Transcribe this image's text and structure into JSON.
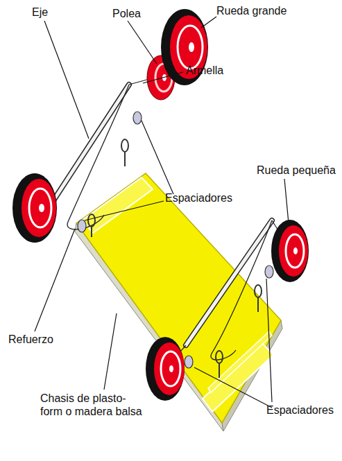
{
  "diagram": {
    "labels": [
      "Eje",
      "Polea",
      "Rueda grande",
      "Armella",
      "Espaciadores",
      "Rueda pequeña",
      "Refuerzo",
      "Chasis de plasto- form o madera balsa",
      "Espaciadores"
    ]
  }
}
